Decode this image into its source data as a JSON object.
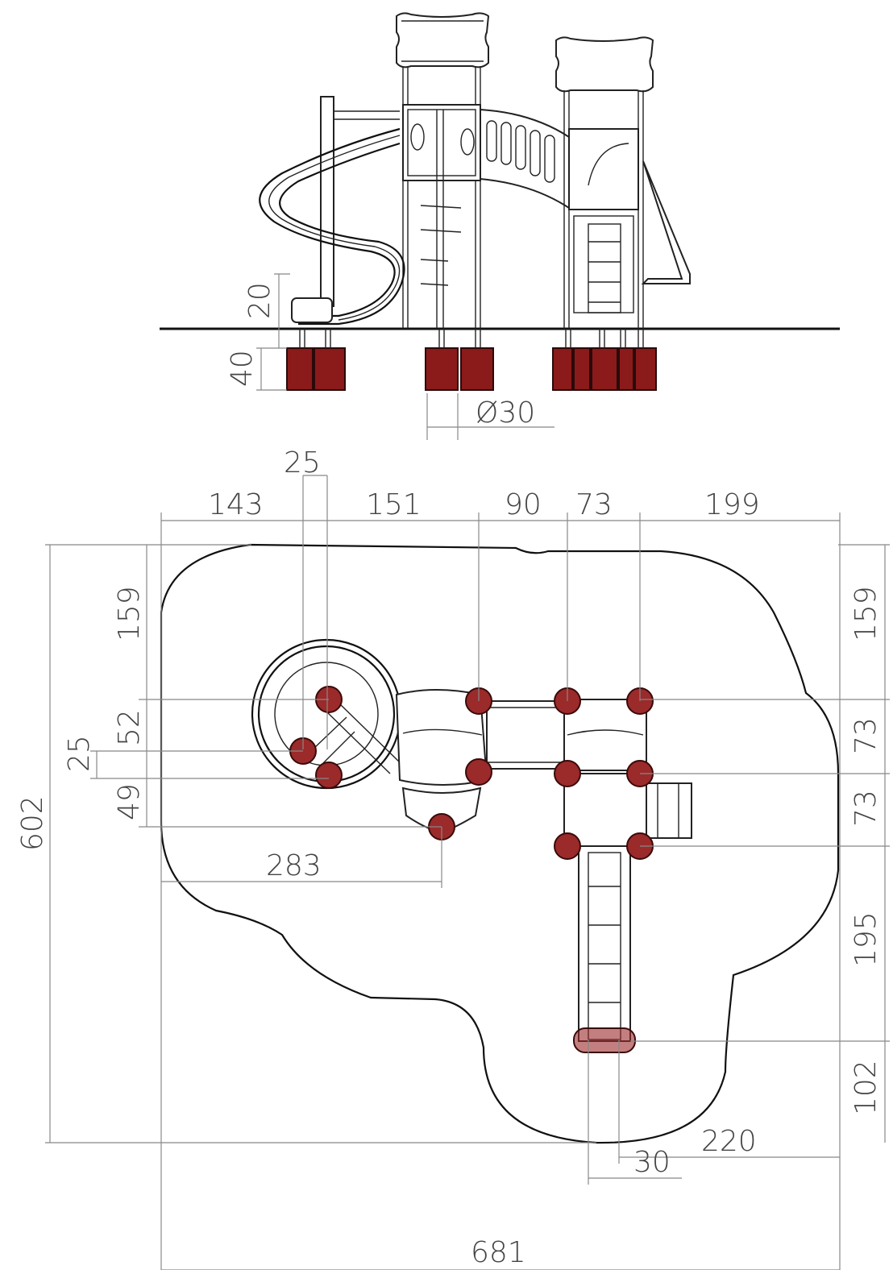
{
  "elevation_view": {
    "dimensions": {
      "slide_exit_height": "20",
      "footing_depth": "40",
      "footing_diameter": "Ø30"
    }
  },
  "plan_view": {
    "dimensions_top": {
      "post_offset_small": "25",
      "segment_1": "143",
      "segment_2": "151",
      "segment_3": "90",
      "segment_4": "73",
      "segment_5": "199"
    },
    "dimensions_left": {
      "overall_depth": "602",
      "segment_top": "159",
      "segment_52": "52",
      "segment_25": "25",
      "segment_49": "49"
    },
    "dimensions_right": {
      "segment_159": "159",
      "segment_73a": "73",
      "segment_73b": "73",
      "segment_195": "195",
      "segment_102": "102"
    },
    "dimensions_bottom": {
      "post_to_climber": "283",
      "right_offset": "220",
      "ladder_width": "30",
      "overall_width": "681"
    }
  },
  "colors": {
    "footing": "#8b1a1a",
    "line": "#111111",
    "dimension": "#888888"
  }
}
